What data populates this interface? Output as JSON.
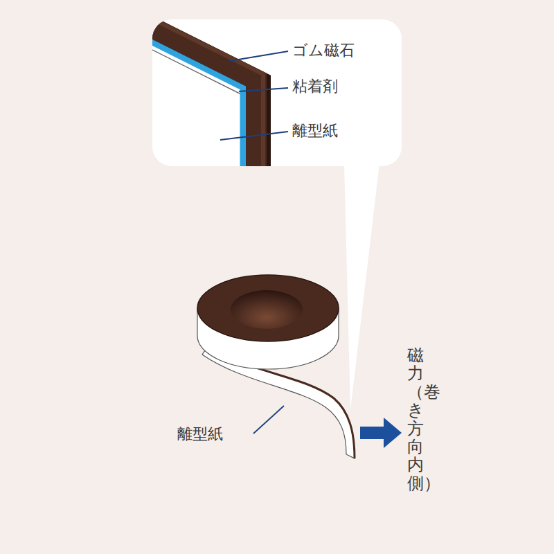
{
  "diagram": {
    "labels": [
      "ゴム磁石",
      "粘着剤",
      "離型紙",
      "離型紙",
      "磁力（巻き方向内側）"
    ]
  }
}
